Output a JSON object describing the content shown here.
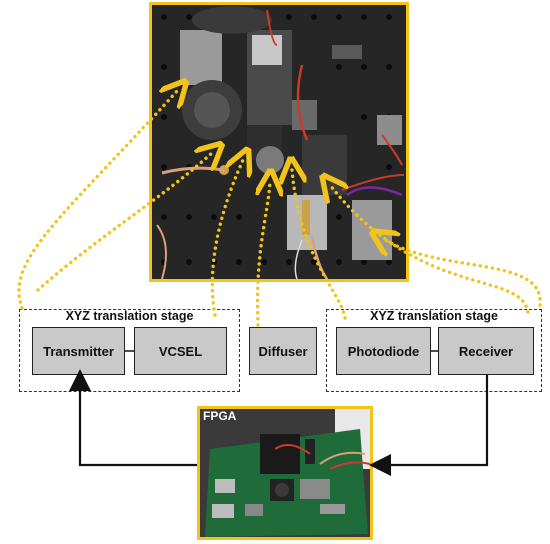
{
  "groups": {
    "left_stage_label": "XYZ translation stage",
    "right_stage_label": "XYZ translation stage"
  },
  "components": {
    "transmitter": "Transmitter",
    "vcsel": "VCSEL",
    "diffuser": "Diffuser",
    "photodiode": "Photodiode",
    "receiver": "Receiver"
  },
  "fpga": {
    "label": "FPGA"
  },
  "colors": {
    "accent_yellow": "#f2c318",
    "box_fill": "#c9c9c9",
    "arrow": "#111111"
  }
}
